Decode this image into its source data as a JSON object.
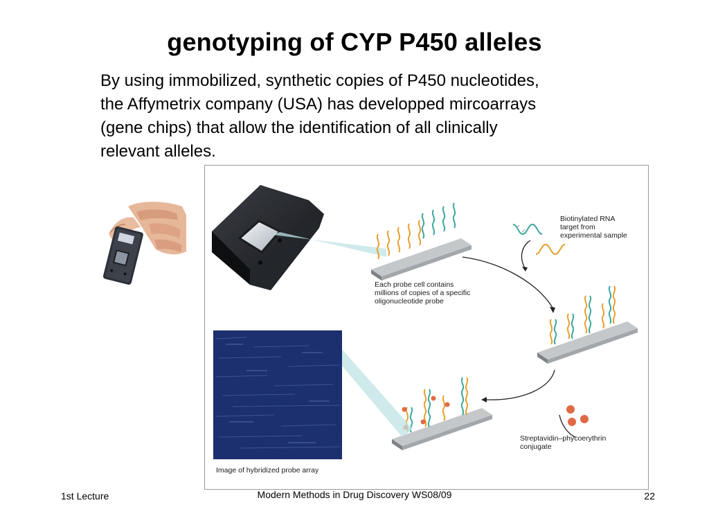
{
  "slide": {
    "title": "genotyping of CYP P450 alleles",
    "body_lines": [
      "By using immobilized, synthetic copies of P450 nucleotides,",
      "the Affymetrix company (USA) has developped mircoarrays",
      "(gene chips) that allow the identification of all clinically",
      "relevant alleles."
    ]
  },
  "figure": {
    "labels": {
      "rna_target": [
        "Biotinylated RNA",
        "target from",
        "experimental sample"
      ],
      "probe_cell": [
        "Each probe cell contains",
        "millions of copies of a specific",
        "oligonucleotide probe"
      ],
      "conjugate": [
        "Streptavidin–phycoerythrin",
        "conjugate"
      ],
      "array_image": "Image of hybridized probe array"
    },
    "colors": {
      "orange_strand": "#e8a030",
      "teal_strand": "#3aa8a0",
      "dot": "#e06a45",
      "array_blue": "#1c2f6e"
    }
  },
  "footer": {
    "left": "1st Lecture",
    "center": "Modern Methods in Drug Discovery WS08/09",
    "right": "22"
  }
}
